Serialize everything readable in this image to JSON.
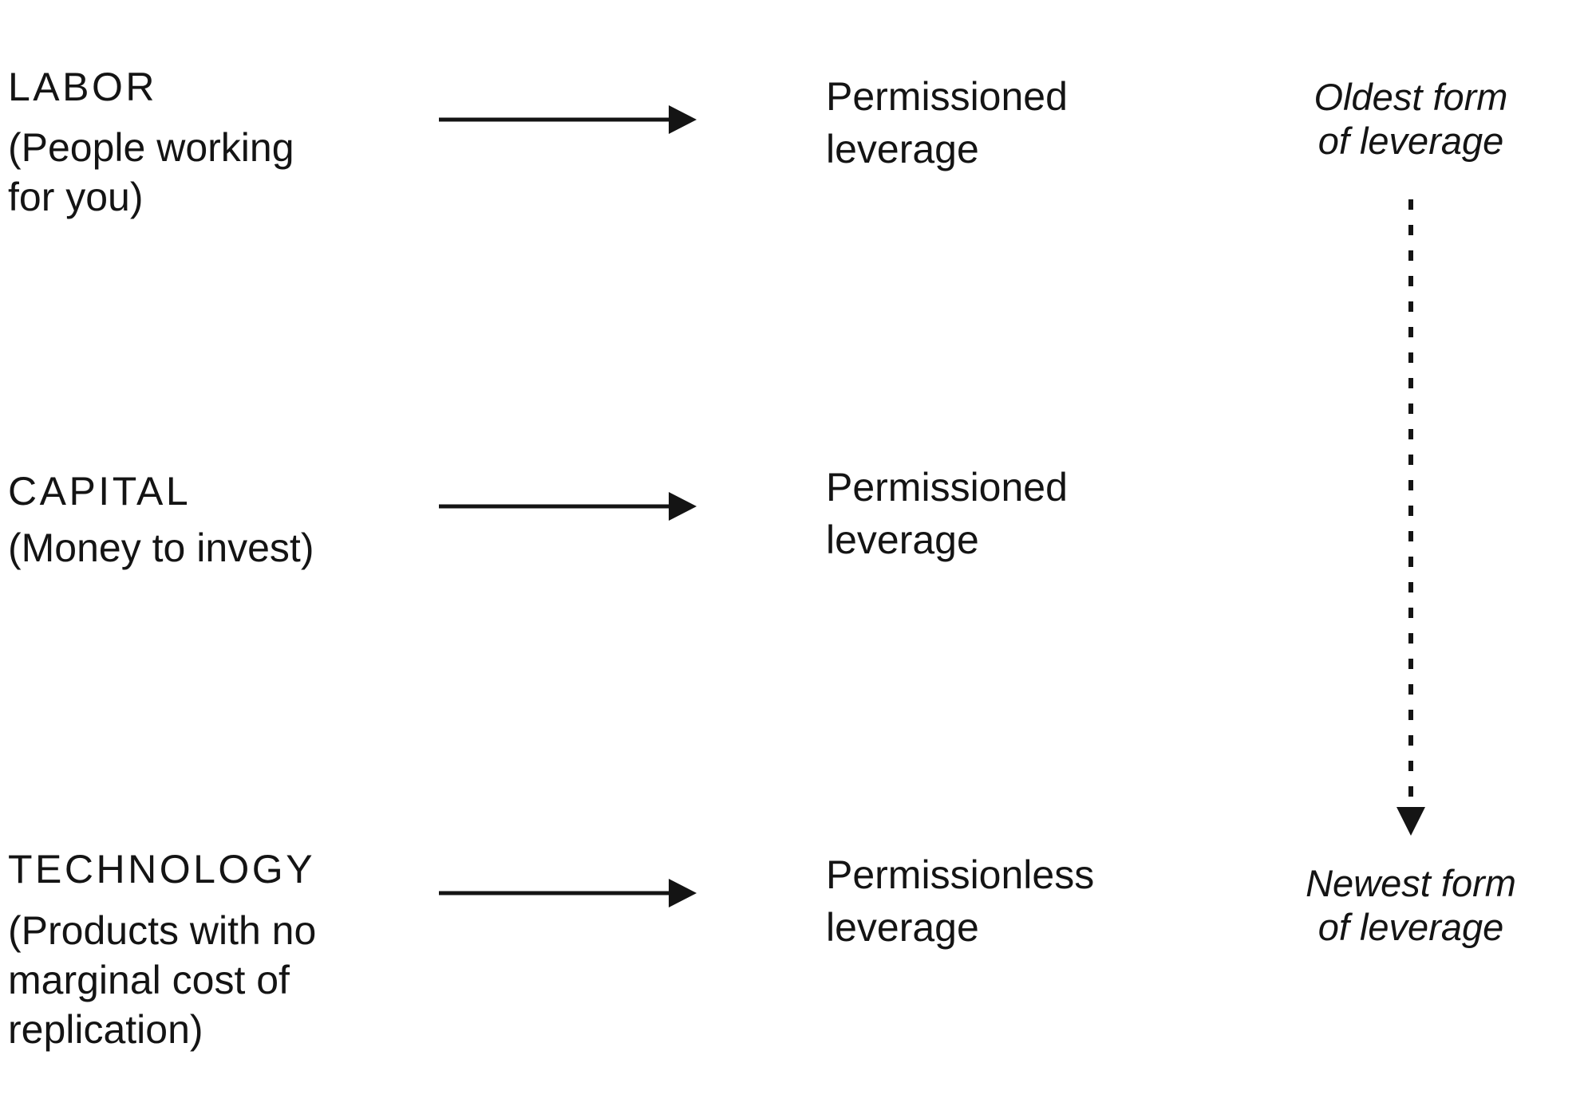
{
  "diagram": {
    "title_implied": "Forms of leverage",
    "rows": [
      {
        "term": "LABOR",
        "description": "(People working\nfor you)",
        "leverage": "Permissioned\nleverage"
      },
      {
        "term": "CAPITAL",
        "description": "(Money to invest)",
        "leverage": "Permissioned\nleverage"
      },
      {
        "term": "TECHNOLOGY",
        "description": "(Products with no\nmarginal cost of\nreplication)",
        "leverage": "Permissionless\nleverage"
      }
    ],
    "timeline": {
      "oldest_label": "Oldest form\nof leverage",
      "newest_label": "Newest form\nof leverage"
    },
    "icons": {
      "row_connector": "right-arrow-icon",
      "timeline_connector": "dashed-down-arrow-icon"
    },
    "colors": {
      "text": "#141414",
      "background": "#ffffff"
    }
  }
}
